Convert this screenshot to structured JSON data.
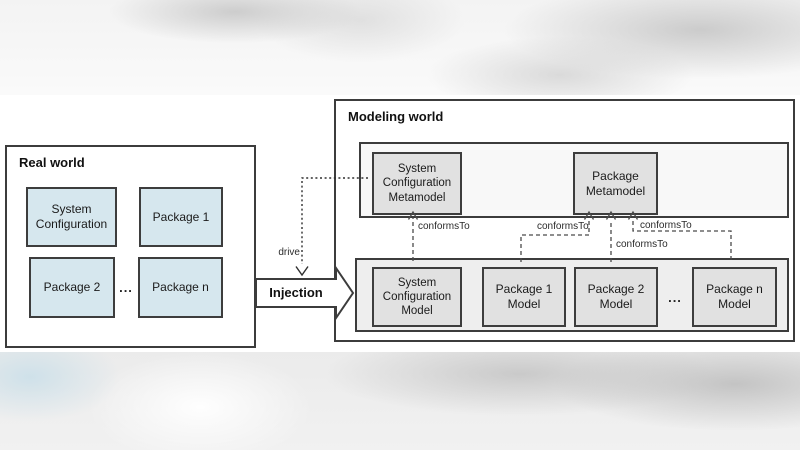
{
  "real_world": {
    "title": "Real world",
    "boxes": {
      "system_configuration": "System\nConfiguration",
      "package_1": "Package 1",
      "package_2": "Package 2",
      "package_n": "Package n"
    },
    "ellipsis": "..."
  },
  "transformation": {
    "injection_label": "Injection",
    "drive_label": "drive"
  },
  "modeling_world": {
    "title": "Modeling world",
    "metamodel_layer": {
      "system_configuration_metamodel": "System\nConfiguration\nMetamodel",
      "package_metamodel": "Package\nMetamodel"
    },
    "model_layer": {
      "system_configuration_model": "System\nConfiguration\nModel",
      "package_1_model": "Package 1\nModel",
      "package_2_model": "Package 2\nModel",
      "package_n_model": "Package n\nModel",
      "ellipsis": "..."
    },
    "relations": {
      "conforms_to_1": "conformsTo",
      "conforms_to_2": "conformsTo",
      "conforms_to_3": "conformsTo",
      "conforms_to_4": "conformsTo"
    }
  },
  "colors": {
    "border": "#3c3c3c",
    "real_world_box_fill": "#d6e7ee",
    "model_box_fill": "#e1e1e1",
    "metamodel_layer_fill": "#f8f8f8",
    "model_layer_fill": "#eeeeee",
    "slide_background": "#ffffff"
  }
}
